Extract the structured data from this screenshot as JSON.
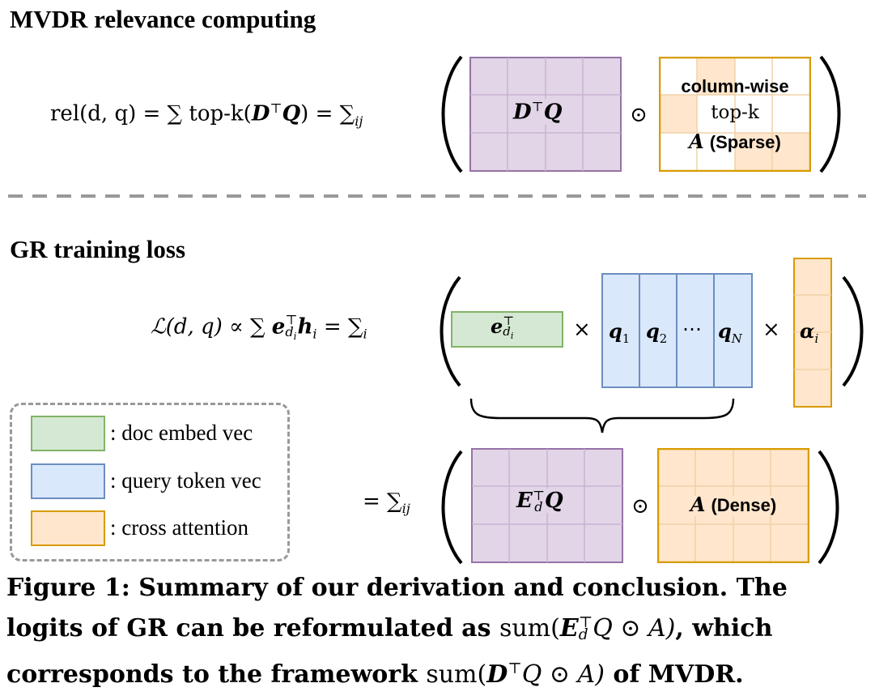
{
  "sections": {
    "mvdr_title": "MVDR relevance computing",
    "gr_title": "GR training loss"
  },
  "mvdr": {
    "eq_lhs": "rel(d, q) = ∑ top-k(",
    "eq_lhs_dq": "D",
    "eq_lhs_t": "⊤",
    "eq_lhs_q": "Q",
    "eq_lhs_end": ") = ∑",
    "eq_sub": "ij",
    "matrix_D": "D",
    "matrix_T": "⊤",
    "matrix_Q": "Q",
    "odot": "⊙",
    "sparse_line1": "column-wise",
    "sparse_line2": "top-k",
    "sparse_A": "A",
    "sparse_tag": "(Sparse)"
  },
  "gr": {
    "eq_lhs": "ℒ(d, q) ∝ ∑",
    "eq_e": "e",
    "eq_t": "⊤",
    "eq_di": "d",
    "eq_di_sub": "i",
    "eq_h": "h",
    "eq_h_sub": "i",
    "eq_eq": "= ∑",
    "eq_sub": "i",
    "doc_e": "e",
    "doc_t": "⊤",
    "doc_d": "d",
    "doc_i": "i",
    "times": "×",
    "q1": "q",
    "q1_sub": "1",
    "q2": "q",
    "q2_sub": "2",
    "qdots": "⋯",
    "qN": "q",
    "qN_sub": "N",
    "alpha": "α",
    "alpha_sub": "i",
    "eq2_lhs": "= ∑",
    "eq2_sub": "ij",
    "matrix_E": "E",
    "matrix_T": "⊤",
    "matrix_d": "d",
    "matrix_Q": "Q",
    "dense_A": "A",
    "dense_tag": "(Dense)"
  },
  "legend": {
    "items": [
      {
        "label": ": doc embed vec",
        "color": "#d5e8d4",
        "border": "#82b366"
      },
      {
        "label": ": query token vec",
        "color": "#dae8fc",
        "border": "#6c8ebf"
      },
      {
        "label": ": cross attention",
        "color": "#ffe6cc",
        "border": "#d79b00"
      }
    ]
  },
  "caption": {
    "line1_a": "Figure 1: Summary of our derivation and conclusion. The",
    "line2_a": "logits of GR can be reformulated as ",
    "line2_m": "sum(",
    "line2_E": "E",
    "line2_T": "⊤",
    "line2_d": "d",
    "line2_rest": "Q ⊙ A)",
    "line2_b": ", which",
    "line3_a": "corresponds to the framework ",
    "line3_m": "sum(",
    "line3_D": "D",
    "line3_T": "⊤",
    "line3_rest": "Q ⊙ A)",
    "line3_b": " of MVDR."
  },
  "colors": {
    "purple_fill": "#e1d5e7",
    "purple_border": "#9673a6",
    "orange_fill": "#ffe6cc",
    "orange_border": "#d79b00",
    "green_fill": "#d5e8d4",
    "green_border": "#82b366",
    "blue_fill": "#dae8fc",
    "blue_border": "#6c8ebf",
    "dash": "#999999"
  }
}
